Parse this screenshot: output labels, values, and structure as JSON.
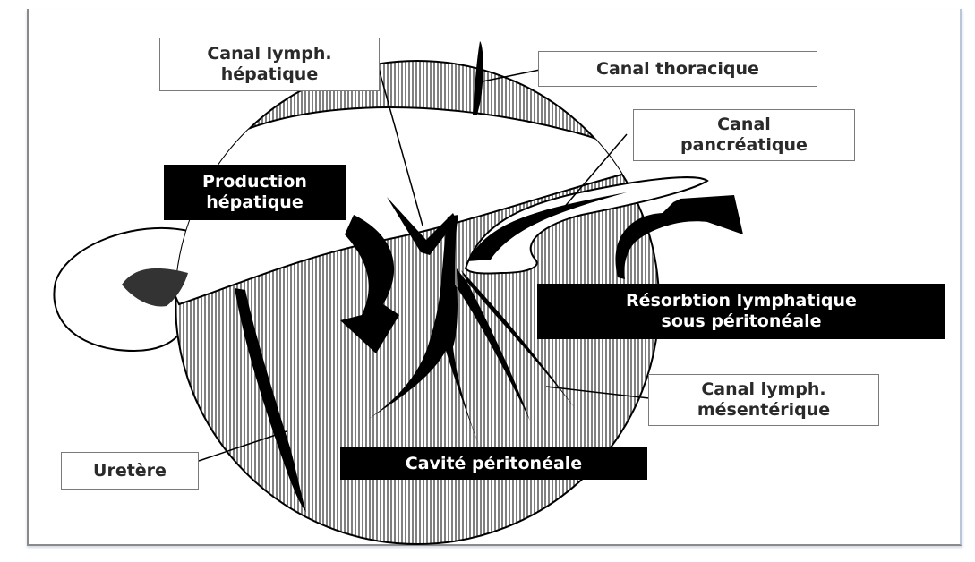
{
  "labels": {
    "canal_lymph_hepatique": "Canal lymph.\nhépatique",
    "canal_thoracique": "Canal thoracique",
    "canal_pancreatique": "Canal\npancréatique",
    "production_hepatique": "Production\nhépatique",
    "resorbtion_lymphatique": "Résorbtion lymphatique\nsous péritonéale",
    "canal_lymph_mesenterique": "Canal lymph.\nmésentérique",
    "uretere": "Uretère",
    "cavite_peritoneale": "Cavité péritonéale"
  },
  "colors": {
    "outline": "#000000",
    "hatch": "#555555",
    "label_bg_dark": "#000000",
    "label_bg_light": "#ffffff"
  }
}
